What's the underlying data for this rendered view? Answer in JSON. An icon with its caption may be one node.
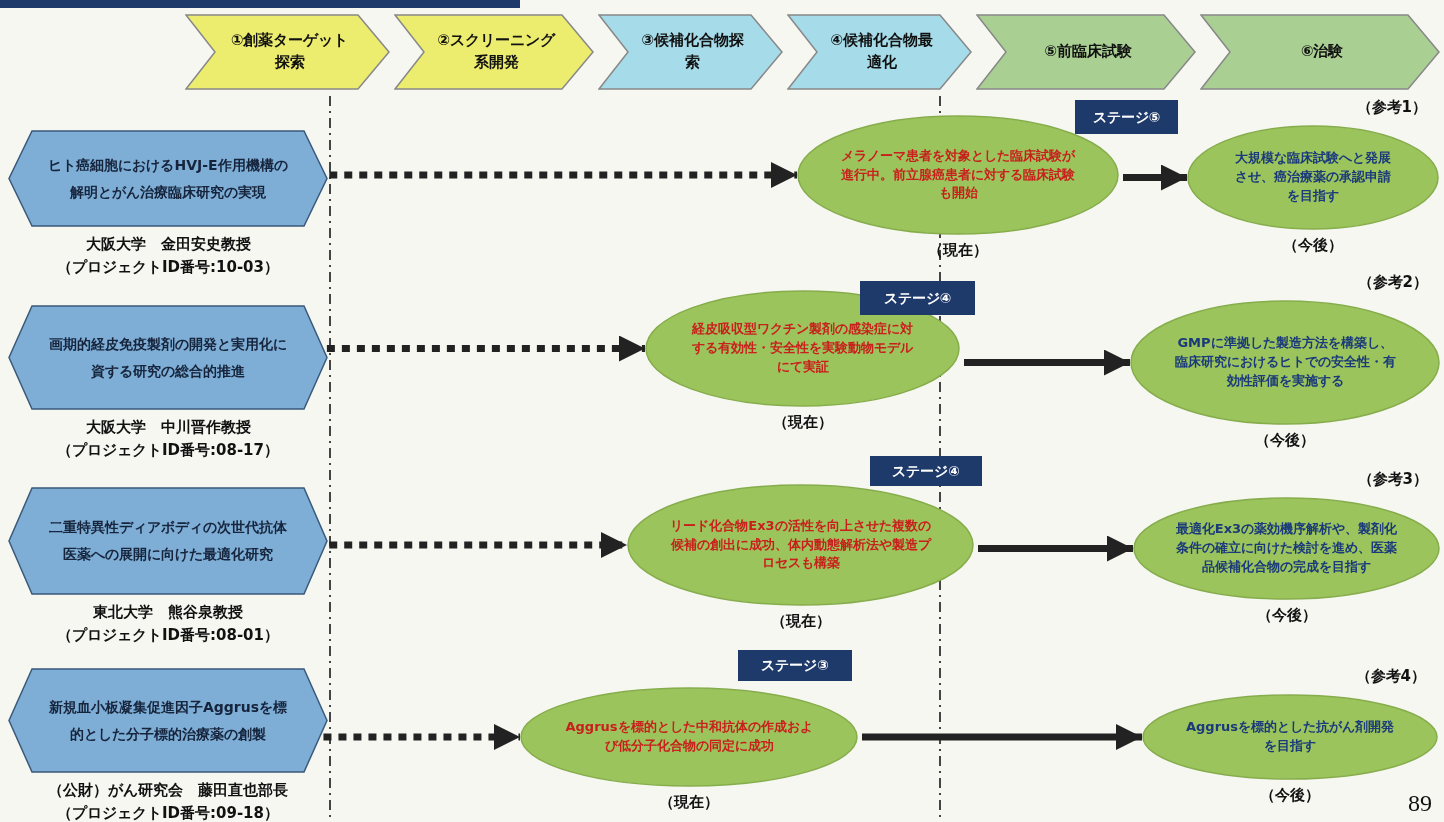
{
  "diagram": {
    "nodes": [
      {
        "text": [
          "①創薬ターゲット探索"
        ]
      },
      {
        "text": [
          "②スクリーニング系開発"
        ]
      },
      {
        "text": [
          "③候補化合物探索"
        ]
      },
      {
        "text": [
          "④候補化合物最適化"
        ]
      },
      {
        "text": [
          "⑤前臨床試験"
        ]
      },
      {
        "text": [
          "⑥治験"
        ]
      },
      {
        "text": [
          "ヒト癌細胞におけるHVJ-E作用機構の解明とがん治療臨床研究の実現"
        ],
        "beside": [
          "大阪大学　金田安史教授",
          "（プロジェクトID番号:10-03）"
        ]
      },
      {
        "text": [
          "ステージ⑤"
        ]
      },
      {
        "text": [
          "メラノーマ患者を対象とした臨床試験が進行中。前立腺癌患者に対する臨床試験も開始"
        ],
        "beside": [
          "（現在）"
        ]
      },
      {
        "text": [
          "大規模な臨床試験へと発展させ、癌治療薬の承認申請を目指す"
        ],
        "beside": [
          "（参考1）",
          "（今後）"
        ]
      },
      {
        "text": [
          "画期的経皮免疫製剤の開発と実用化に資する研究の総合的推進"
        ],
        "beside": [
          "大阪大学　中川晋作教授",
          "（プロジェクトID番号:08-17）"
        ]
      },
      {
        "text": [
          "ステージ④"
        ]
      },
      {
        "text": [
          "経皮吸収型ワクチン製剤の感染症に対する有効性・安全性を実験動物モデルにて実証"
        ],
        "beside": [
          "（現在）"
        ]
      },
      {
        "text": [
          "GMPに準拠した製造方法を構築し、臨床研究におけるヒトでの安全性・有効性評価を実施する"
        ],
        "beside": [
          "（参考2）",
          "（今後）"
        ]
      },
      {
        "text": [
          "二重特異性ディアボディの次世代抗体医薬への展開に向けた最適化研究"
        ],
        "beside": [
          "東北大学　熊谷泉教授",
          "（プロジェクトID番号:08-01）"
        ]
      },
      {
        "text": [
          "ステージ④"
        ]
      },
      {
        "text": [
          "リード化合物Ex3の活性を向上させた複数の候補の創出に成功、体内動態解析法や製造プロセスも構築"
        ],
        "beside": [
          "（現在）"
        ]
      },
      {
        "text": [
          "最適化Ex3の薬効機序解析や、製剤化条件の確立に向けた検討を進め、医薬品候補化合物の完成を目指す"
        ],
        "beside": [
          "（参考3）",
          "（今後）"
        ]
      },
      {
        "text": [
          "新規血小板凝集促進因子Aggrusを標的とした分子標的治療薬の創製"
        ],
        "beside": [
          "（公財）がん研究会　藤田直也部長",
          "（プロジェクトID番号:09-18）"
        ]
      },
      {
        "text": [
          "ステージ③"
        ]
      },
      {
        "text": [
          "Aggrusを標的とした中和抗体の作成および低分子化合物の同定に成功"
        ],
        "beside": [
          "（現在）"
        ]
      },
      {
        "text": [
          "Aggrusを標的とした抗がん剤開発を目指す"
        ],
        "beside": [
          "（参考4）",
          "（今後）"
        ]
      }
    ],
    "edges": [
      {
        "from": 6,
        "to": 8,
        "arrow": "to",
        "style": "dashed"
      },
      {
        "from": 8,
        "to": 9,
        "arrow": "to"
      },
      {
        "from": 10,
        "to": 12,
        "arrow": "to",
        "style": "dashed"
      },
      {
        "from": 12,
        "to": 13,
        "arrow": "to"
      },
      {
        "from": 14,
        "to": 16,
        "arrow": "to",
        "style": "dashed"
      },
      {
        "from": 16,
        "to": 17,
        "arrow": "to"
      },
      {
        "from": 18,
        "to": 20,
        "arrow": "to",
        "style": "dashed"
      },
      {
        "from": 20,
        "to": 21,
        "arrow": "to"
      }
    ],
    "labels": [
      "89"
    ]
  }
}
